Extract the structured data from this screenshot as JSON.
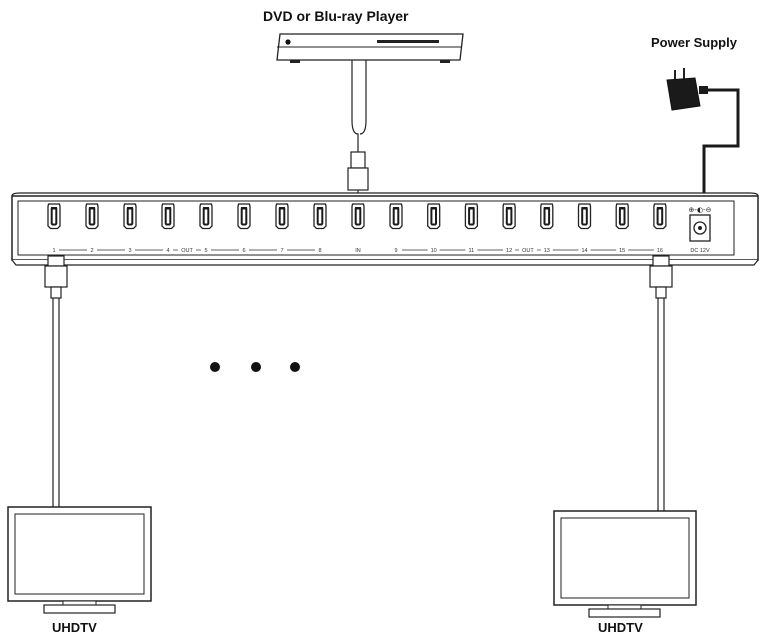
{
  "labels": {
    "source": "DVD or Blu-ray Player",
    "power": "Power Supply",
    "display_left": "UHDTV",
    "display_right": "UHDTV"
  },
  "splitter": {
    "ports_left": [
      "1",
      "2",
      "3",
      "4",
      "5",
      "6",
      "7",
      "8"
    ],
    "input": "IN",
    "ports_right": [
      "9",
      "10",
      "11",
      "12",
      "13",
      "14",
      "15",
      "16"
    ],
    "out_label": "OUT",
    "dc_label": "DC 12V"
  },
  "colors": {
    "line": "#222222",
    "fill": "#ffffff",
    "dark": "#1a1a1a"
  }
}
